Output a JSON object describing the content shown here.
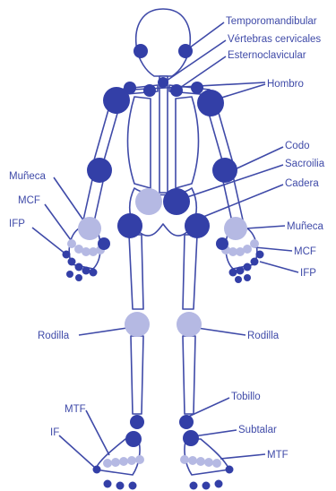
{
  "colors": {
    "outline": "#3f4aa8",
    "joint_dark": "#333fa7",
    "joint_light": "#b5b9e3",
    "background": "#ffffff"
  },
  "labels": {
    "temporomandibular": "Temporomandibular",
    "vertebras": "Vértebras cervicales",
    "esternoclavicular": "Esternoclavicular",
    "hombro": "Hombro",
    "codo": "Codo",
    "sacroilia": "Sacroilia",
    "cadera": "Cadera",
    "muneca_left": "Muñeca",
    "mcf_left": "MCF",
    "ifp_left": "IFP",
    "muneca_right": "Muñeca",
    "mcf_right": "MCF",
    "ifp_right": "IFP",
    "rodilla_left": "Rodilla",
    "rodilla_right": "Rodilla",
    "tobillo": "Tobillo",
    "subtalar": "Subtalar",
    "mtf_left": "MTF",
    "if_left": "IF",
    "mtf_right": "MTF"
  }
}
